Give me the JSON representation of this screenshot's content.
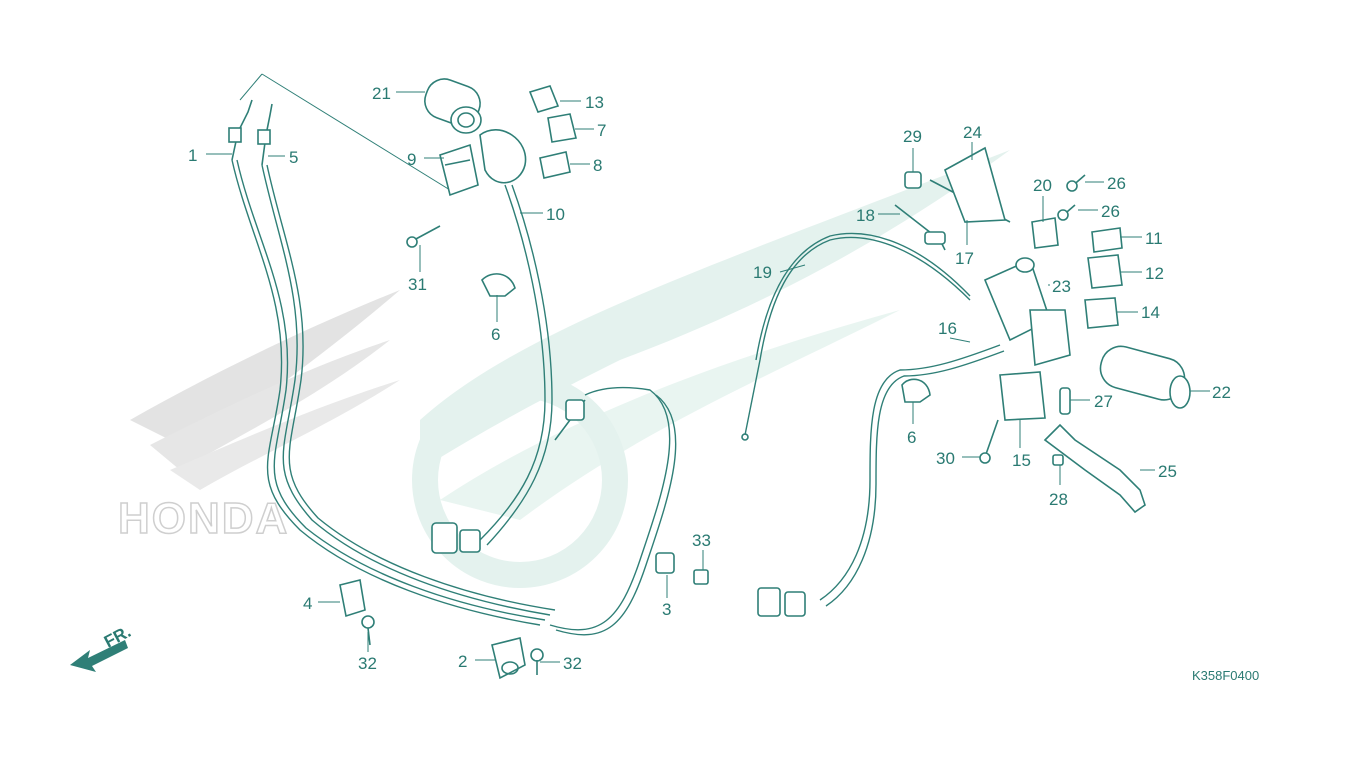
{
  "diagram": {
    "code": "K358F0400",
    "front_marker": "FR.",
    "brand_watermark": "HONDA",
    "colors": {
      "line": "#2f7f77",
      "label": "#2a7a72",
      "watermark_green": "#e4f2ee",
      "watermark_gray": "#c8c8c8"
    },
    "callouts": {
      "p1": "1",
      "p2": "2",
      "p3": "3",
      "p4": "4",
      "p5": "5",
      "p6a": "6",
      "p6b": "6",
      "p7": "7",
      "p8": "8",
      "p9": "9",
      "p10": "10",
      "p11": "11",
      "p12": "12",
      "p13": "13",
      "p14": "14",
      "p15": "15",
      "p16": "16",
      "p17": "17",
      "p18": "18",
      "p19": "19",
      "p20": "20",
      "p21": "21",
      "p22": "22",
      "p23": "23",
      "p24": "24",
      "p25": "25",
      "p26a": "26",
      "p26b": "26",
      "p27": "27",
      "p28": "28",
      "p29": "29",
      "p30": "30",
      "p31": "31",
      "p32a": "32",
      "p32b": "32",
      "p33": "33"
    }
  }
}
